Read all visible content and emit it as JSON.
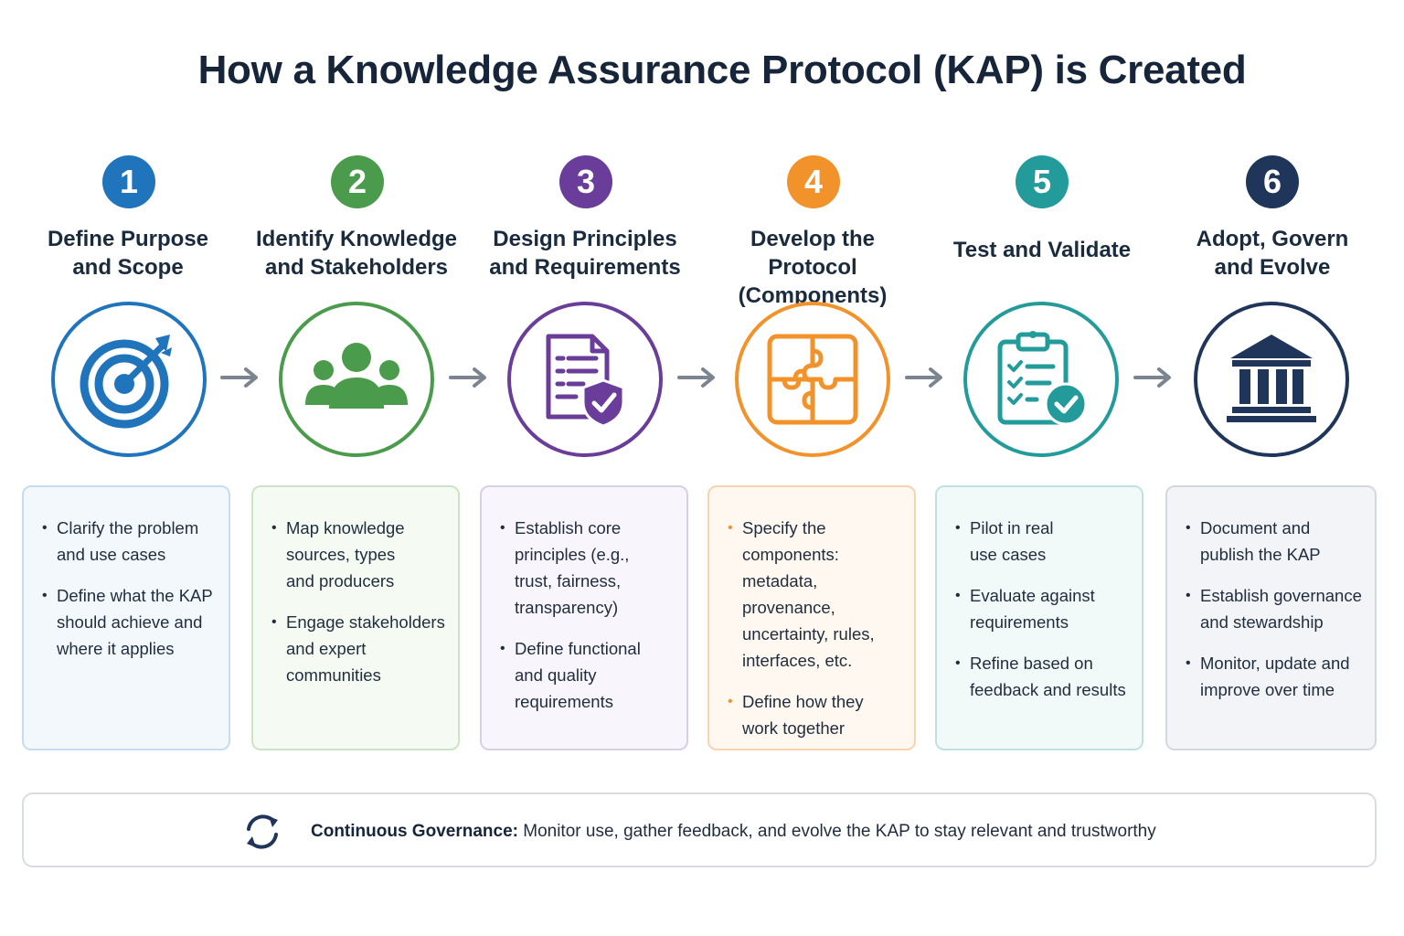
{
  "title": "How a Knowledge Assurance Protocol (KAP) is Created",
  "steps": [
    {
      "number": "1",
      "title_line1": "Define Purpose",
      "title_line2": "and Scope",
      "icon": "target-icon",
      "color": "#1f74bb",
      "bullets": [
        "Clarify the problem and use cases",
        "Define what the KAP should achieve and where it applies"
      ]
    },
    {
      "number": "2",
      "title_line1": "Identify Knowledge",
      "title_line2": "and Stakeholders",
      "icon": "people-icon",
      "color": "#4a9b4b",
      "bullets": [
        "Map knowledge sources, types and producers",
        "Engage stakeholders and expert communities"
      ]
    },
    {
      "number": "3",
      "title_line1": "Design Principles",
      "title_line2": "and Requirements",
      "icon": "document-shield-icon",
      "color": "#6a3d9a",
      "bullets": [
        "Establish core principles (e.g., trust, fairness, transparency)",
        "Define functional and quality requirements"
      ]
    },
    {
      "number": "4",
      "title_line1": "Develop the Protocol",
      "title_line2": "(Components)",
      "icon": "puzzle-icon",
      "color": "#f2922a",
      "bullets": [
        "Specify the components: metadata, provenance, uncertainty, rules, interfaces, etc.",
        "Define how they work together"
      ]
    },
    {
      "number": "5",
      "title_line1": "Test and Validate",
      "title_line2": "",
      "icon": "clipboard-check-icon",
      "color": "#249b9b",
      "bullets": [
        "Pilot in real use cases",
        "Evaluate against requirements",
        "Refine based on feedback and results"
      ]
    },
    {
      "number": "6",
      "title_line1": "Adopt, Govern",
      "title_line2": "and Evolve",
      "icon": "institution-icon",
      "color": "#1f3559",
      "bullets": [
        "Document and publish the KAP",
        "Establish governance and stewardship",
        "Monitor, update and improve over time"
      ]
    }
  ],
  "footer": {
    "label": "Continuous Governance:",
    "text": " Monitor use, gather feedback, and evolve the KAP to stay relevant and trustworthy",
    "icon": "refresh-cycle-icon"
  }
}
